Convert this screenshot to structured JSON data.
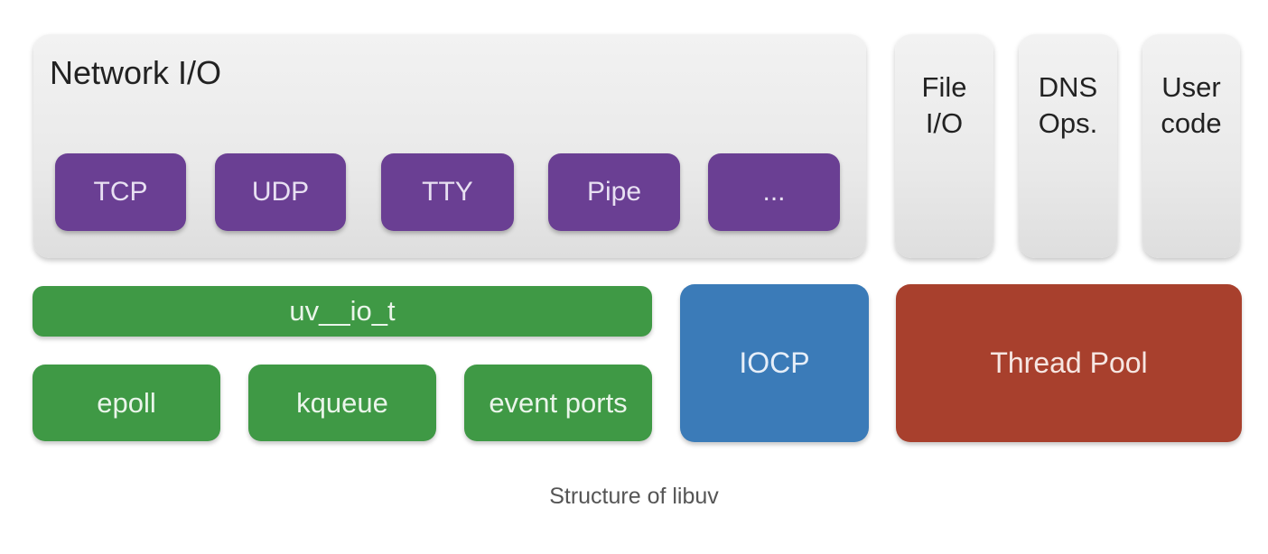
{
  "network": {
    "title": "Network I/O",
    "handles": [
      "TCP",
      "UDP",
      "TTY",
      "Pipe",
      "..."
    ]
  },
  "side_columns": [
    "File\nI/O",
    "DNS\nOps.",
    "User\ncode"
  ],
  "backends": {
    "uv_io": "uv__io_t",
    "unix": [
      "epoll",
      "kqueue",
      "event ports"
    ],
    "iocp": "IOCP",
    "thread_pool": "Thread Pool"
  },
  "caption": "Structure of libuv",
  "colors": {
    "network_box": "#ececec",
    "handle": "#6a3f93",
    "uv_io": "#3f9945",
    "iocp": "#3b7bb8",
    "thread_pool": "#a8402d"
  }
}
